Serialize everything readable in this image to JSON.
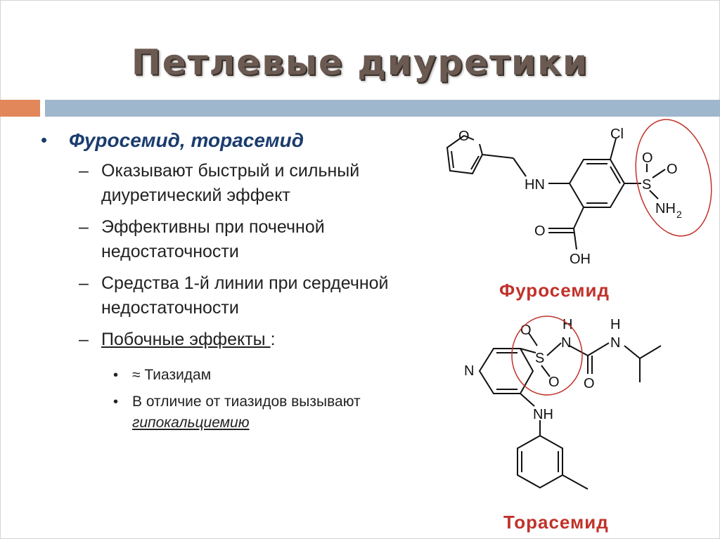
{
  "slide": {
    "title": "Петлевые диуретики",
    "main_bullet": "Фуросемид, торасемид",
    "points": [
      "Оказывают быстрый и сильный диуретический эффект",
      "Эффективны при почечной недостаточности",
      "Средства 1-й линии при сердечной недостаточности"
    ],
    "side_effects_label": "Побочные эффекты ",
    "side_effects_colon": ":",
    "side_effects": [
      "≈ Тиазидам",
      "В отличие от тиазидов вызывают"
    ],
    "hypocalcemia": "гипокальциемию"
  },
  "molecules": {
    "furosemide": {
      "label": "Фуросемид",
      "atoms": {
        "o_ring": "O",
        "cl": "Cl",
        "hn": "HN",
        "s": "S",
        "o1": "O",
        "o2": "O",
        "nh2": "NH",
        "nh2_sub": "2",
        "o_carbonyl": "O",
        "oh": "OH"
      }
    },
    "torasemide": {
      "label": "Торасемид",
      "atoms": {
        "h1": "H",
        "h2": "H",
        "n1": "N",
        "n2": "N",
        "s": "S",
        "o1": "O",
        "o2": "O",
        "o3": "O",
        "n_ring": "N",
        "nh": "NH"
      }
    }
  },
  "colors": {
    "title": "#6a5a52",
    "bullet": "#1a3c6e",
    "accent_red": "#c0322b",
    "bar_orange": "#e2875a",
    "bar_blue": "#9fb7cc"
  }
}
